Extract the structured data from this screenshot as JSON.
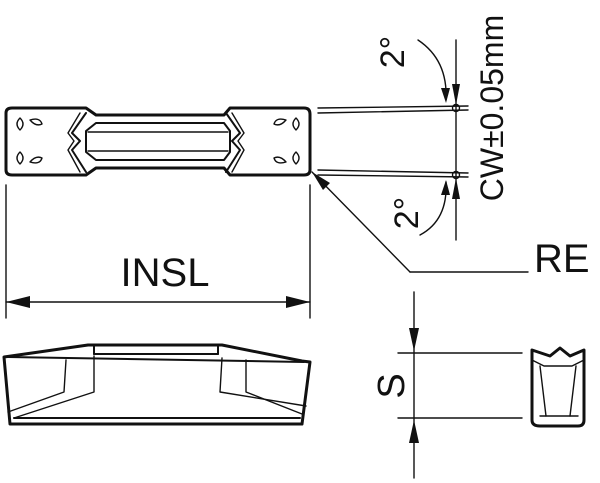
{
  "labels": {
    "insl": "INSL",
    "re": "RE",
    "s": "S",
    "cw": "CW±0.05mm",
    "angle_top": "2°",
    "angle_bottom": "2°"
  }
}
